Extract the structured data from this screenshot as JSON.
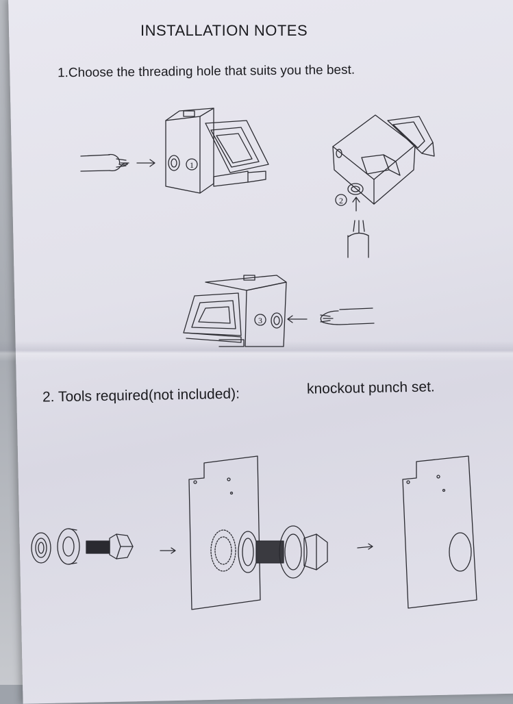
{
  "heading": "INSTALLATION NOTES",
  "step1": {
    "text": "1.Choose the threading hole that suits you the best.",
    "markers": [
      "1",
      "2",
      "3"
    ]
  },
  "step2": {
    "label": "2. Tools required(not included):",
    "value": "knockout punch set."
  },
  "colors": {
    "paper": "#e4e3ec",
    "ink": "#1b1b1f",
    "background": "#9ea3ab"
  }
}
